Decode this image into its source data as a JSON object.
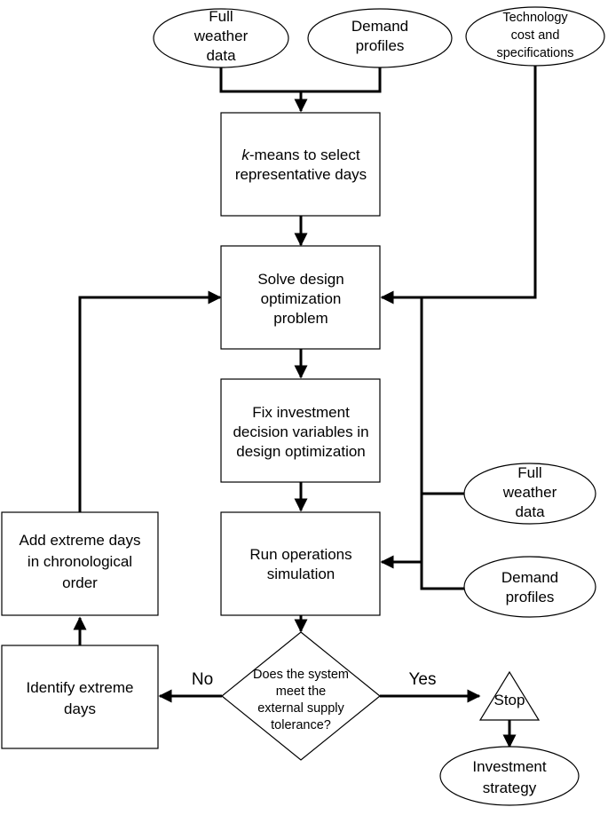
{
  "nodes": {
    "full_weather_top": [
      "Full",
      "weather",
      "data"
    ],
    "demand_top": [
      "Demand",
      "profiles"
    ],
    "tech_cost": [
      "Technology",
      "cost and",
      "specifications"
    ],
    "kmeans": {
      "italic_prefix": "k",
      "line1_rest": "-means to select",
      "line2": "representative days"
    },
    "solve_design": [
      "Solve design",
      "optimization",
      "problem"
    ],
    "fix_investment": [
      "Fix investment",
      "decision variables in",
      "design optimization"
    ],
    "run_ops": [
      "Run operations",
      "simulation"
    ],
    "full_weather_right": [
      "Full",
      "weather",
      "data"
    ],
    "demand_right": [
      "Demand",
      "profiles"
    ],
    "add_extreme": [
      "Add extreme days",
      "in chronological",
      "order"
    ],
    "identify_extreme": [
      "Identify extreme",
      "days"
    ],
    "decision": [
      "Does the system",
      "meet the",
      "external supply",
      "tolerance?"
    ],
    "stop": "Stop",
    "investment": [
      "Investment",
      "strategy"
    ]
  },
  "edge_labels": {
    "no": "No",
    "yes": "Yes"
  },
  "colors": {
    "stroke": "#000000",
    "fill": "#ffffff"
  }
}
